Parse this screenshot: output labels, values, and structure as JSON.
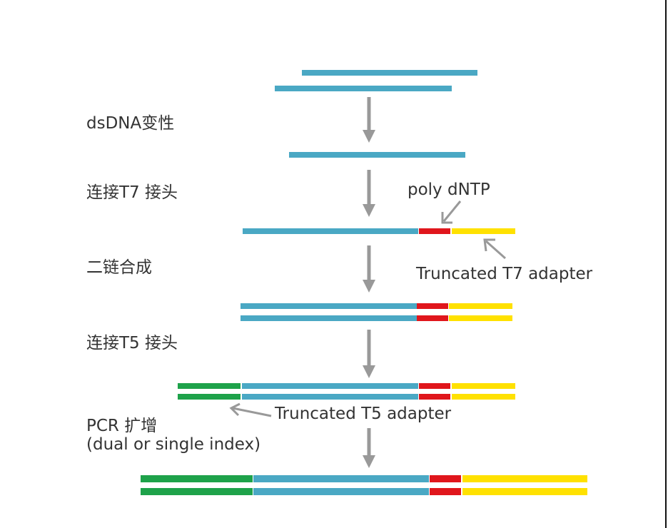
{
  "colors": {
    "insert": "#4aa8c4",
    "poly_dntp": "#e0161c",
    "t7_adapter": "#ffe100",
    "t5_adapter": "#1ea24a",
    "arrow": "#999999",
    "text": "#333333"
  },
  "steps": [
    {
      "label": "dsDNA变性"
    },
    {
      "label": "连接T7 接头"
    },
    {
      "label": "二链合成"
    },
    {
      "label": "连接T5 接头"
    },
    {
      "label_line1": "PCR 扩增",
      "label_line2": "(dual or single index)"
    }
  ],
  "annotations": {
    "poly_dntp": "poly dNTP",
    "truncated_t7": "Truncated T7 adapter",
    "truncated_t5": "Truncated T5 adapter"
  }
}
